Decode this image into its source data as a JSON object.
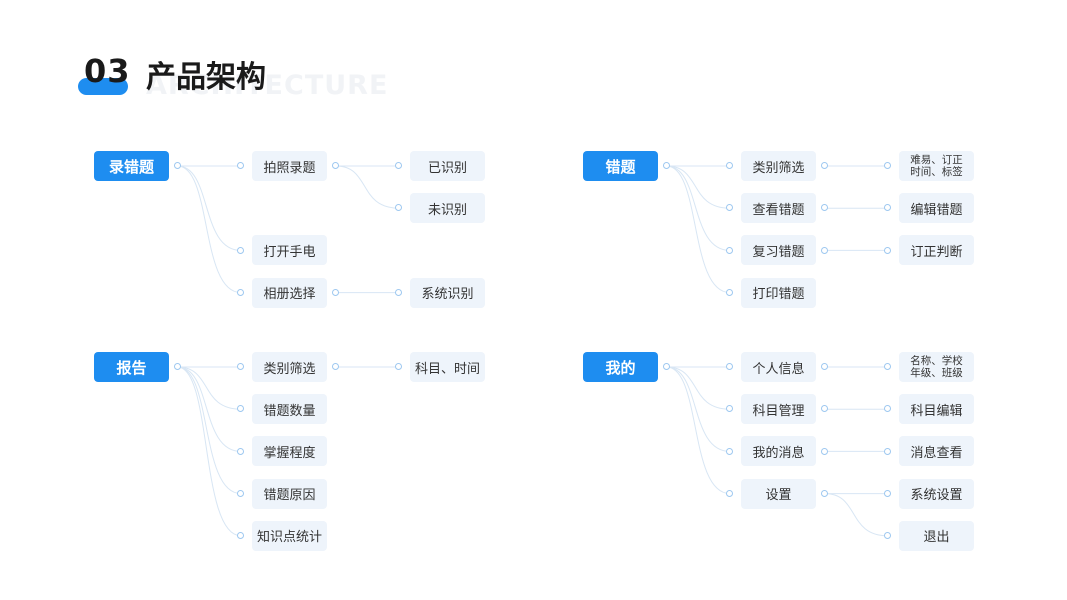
{
  "header": {
    "number": "03",
    "title": "产品架构",
    "subtitle": "ARCHITECTURE"
  },
  "colors": {
    "accent": "#1e8df0",
    "node_bg": "#eef4fb",
    "line": "#d8e6f4",
    "dot": "#9ec8f0"
  },
  "trees": [
    {
      "label": "录错题",
      "children": [
        {
          "label": "拍照录题",
          "children": [
            {
              "label": "已识别"
            },
            {
              "label": "未识别"
            }
          ]
        },
        {
          "label": "打开手电"
        },
        {
          "label": "相册选择",
          "children": [
            {
              "label": "系统识别"
            }
          ]
        }
      ]
    },
    {
      "label": "错题",
      "children": [
        {
          "label": "类别筛选",
          "children": [
            {
              "label": "难易、订正\n时间、标签"
            }
          ]
        },
        {
          "label": "查看错题",
          "children": [
            {
              "label": "编辑错题"
            }
          ]
        },
        {
          "label": "复习错题",
          "children": [
            {
              "label": "订正判断"
            }
          ]
        },
        {
          "label": "打印错题"
        }
      ]
    },
    {
      "label": "报告",
      "children": [
        {
          "label": "类别筛选",
          "children": [
            {
              "label": "科目、时间"
            }
          ]
        },
        {
          "label": "错题数量"
        },
        {
          "label": "掌握程度"
        },
        {
          "label": "错题原因"
        },
        {
          "label": "知识点统计"
        }
      ]
    },
    {
      "label": "我的",
      "children": [
        {
          "label": "个人信息",
          "children": [
            {
              "label": "名称、学校\n年级、班级"
            }
          ]
        },
        {
          "label": "科目管理",
          "children": [
            {
              "label": "科目编辑"
            }
          ]
        },
        {
          "label": "我的消息",
          "children": [
            {
              "label": "消息查看"
            }
          ]
        },
        {
          "label": "设置",
          "children": [
            {
              "label": "系统设置"
            },
            {
              "label": "退出"
            }
          ]
        }
      ]
    }
  ]
}
